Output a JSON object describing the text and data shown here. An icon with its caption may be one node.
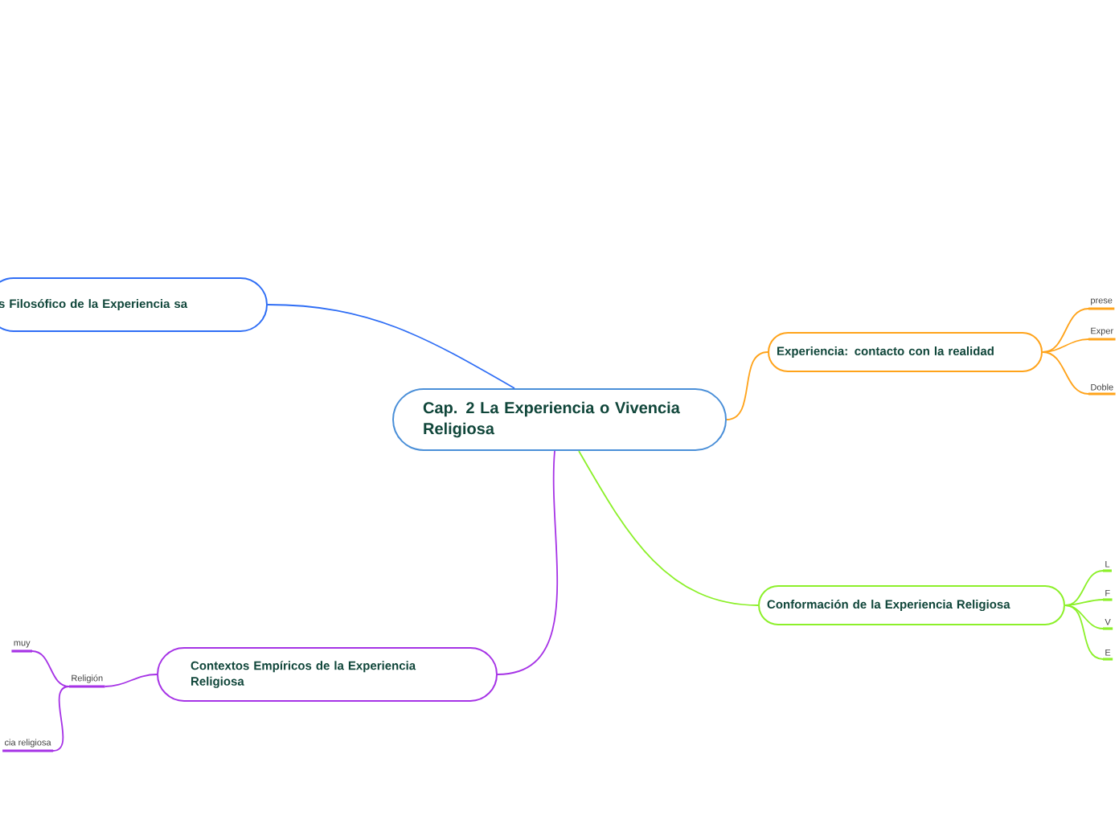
{
  "diagram": {
    "nodes": [
      {
        "text": [
          "Cap. 2 La Experiencia o Vivencia Religiosa"
        ]
      },
      {
        "text": [
          "s Filosófico de la Experiencia sa"
        ]
      },
      {
        "text": [
          "Experiencia: contacto con la realidad"
        ]
      },
      {
        "text": [
          "prese"
        ]
      },
      {
        "text": [
          "Exper"
        ]
      },
      {
        "text": [
          "Doble"
        ]
      },
      {
        "text": [
          "Conformación de la Experiencia Religiosa"
        ]
      },
      {
        "text": [
          "L"
        ]
      },
      {
        "text": [
          "F"
        ]
      },
      {
        "text": [
          "V"
        ]
      },
      {
        "text": [
          "E"
        ]
      },
      {
        "text": [
          "Contextos Empíricos de la Experiencia Religiosa"
        ]
      },
      {
        "text": [
          "Religión"
        ]
      },
      {
        "text": [
          "muy"
        ]
      },
      {
        "text": [
          "cia religiosa"
        ]
      }
    ],
    "edges": [
      {
        "from": 0,
        "to": 1,
        "arrow": "none",
        "color": "#2f6ef5"
      },
      {
        "from": 0,
        "to": 2,
        "arrow": "none",
        "color": "#ffa31a"
      },
      {
        "from": 0,
        "to": 6,
        "arrow": "none",
        "color": "#8cf02a"
      },
      {
        "from": 0,
        "to": 11,
        "arrow": "none",
        "color": "#a633e6"
      },
      {
        "from": 2,
        "to": 3,
        "arrow": "none",
        "color": "#ffa31a"
      },
      {
        "from": 2,
        "to": 4,
        "arrow": "none",
        "color": "#ffa31a"
      },
      {
        "from": 2,
        "to": 5,
        "arrow": "none",
        "color": "#ffa31a"
      },
      {
        "from": 6,
        "to": 7,
        "arrow": "none",
        "color": "#8cf02a"
      },
      {
        "from": 6,
        "to": 8,
        "arrow": "none",
        "color": "#8cf02a"
      },
      {
        "from": 6,
        "to": 9,
        "arrow": "none",
        "color": "#8cf02a"
      },
      {
        "from": 6,
        "to": 10,
        "arrow": "none",
        "color": "#8cf02a"
      },
      {
        "from": 11,
        "to": 12,
        "arrow": "none",
        "color": "#a633e6"
      },
      {
        "from": 12,
        "to": 13,
        "arrow": "none",
        "color": "#a633e6"
      },
      {
        "from": 12,
        "to": 14,
        "arrow": "none",
        "color": "#a633e6"
      }
    ]
  }
}
